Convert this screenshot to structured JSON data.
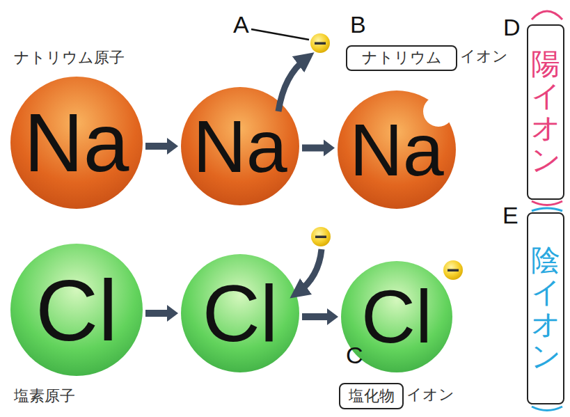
{
  "diagram": {
    "nodes": [
      {
        "text": [
          "Na"
        ]
      },
      {
        "text": [
          "Na"
        ]
      },
      {
        "text": [
          "Na"
        ]
      },
      {
        "text": [
          "ナトリウム"
        ]
      },
      {
        "text": [
          "陽イオン"
        ]
      },
      {
        "text": [
          "Cl"
        ]
      },
      {
        "text": [
          "Cl"
        ]
      },
      {
        "text": [
          "Cl"
        ]
      },
      {
        "text": [
          "塩化物"
        ]
      },
      {
        "text": [
          "陰イオン"
        ]
      }
    ],
    "edges": [
      {
        "from": 0,
        "to": 1,
        "arrow": "to"
      },
      {
        "from": 1,
        "to": 2,
        "arrow": "to"
      },
      {
        "from": 5,
        "to": 6,
        "arrow": "to"
      },
      {
        "from": 6,
        "to": 7,
        "arrow": "to"
      }
    ],
    "labels": [
      "ナトリウム原子",
      "A",
      "B",
      "イオン",
      "D",
      "E",
      "C",
      "塩素原子",
      "イオン"
    ]
  }
}
